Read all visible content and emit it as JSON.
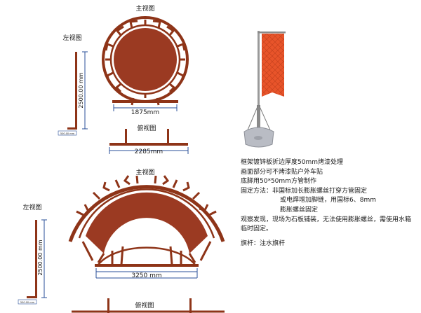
{
  "drawing1": {
    "front_title": "主视图",
    "left_title": "左视图",
    "top_title": "俯视图",
    "height_dim": "2500.00 mm",
    "width_dim": "1875mm",
    "depth_dim": "2285mm",
    "small_dim": "500.00 mm"
  },
  "drawing2": {
    "front_title": "主视图",
    "left_title": "左视图",
    "top_title": "俯视图",
    "height_dim": "2500.00 mm",
    "width_dim": "3250 mm",
    "small_dim": "500.00 mm"
  },
  "colors": {
    "frame": "#8e3418",
    "panel": "#9b3a22",
    "flag": "#e8542a",
    "pole": "#9a9a9a",
    "base": "#b9bcc4"
  },
  "notes": {
    "line1": "框架镀锌板折边厚度50mm烤漆处理",
    "line2": "画面部分可不烤漆贴户外车贴",
    "line3": "底脚用50*50mm方管制作",
    "line4": "固定方法：非国标加长膨胀螺丝打穿方管固定",
    "line5": "或电焊增加脚链，用国标6、8mm",
    "line6": "膨胀螺丝固定",
    "line7": "观察发现，现场为石板铺装，无法使用膨胀螺丝，需使用水箱",
    "line8": "临时固定。",
    "line9": "旗杆：注水旗杆"
  }
}
